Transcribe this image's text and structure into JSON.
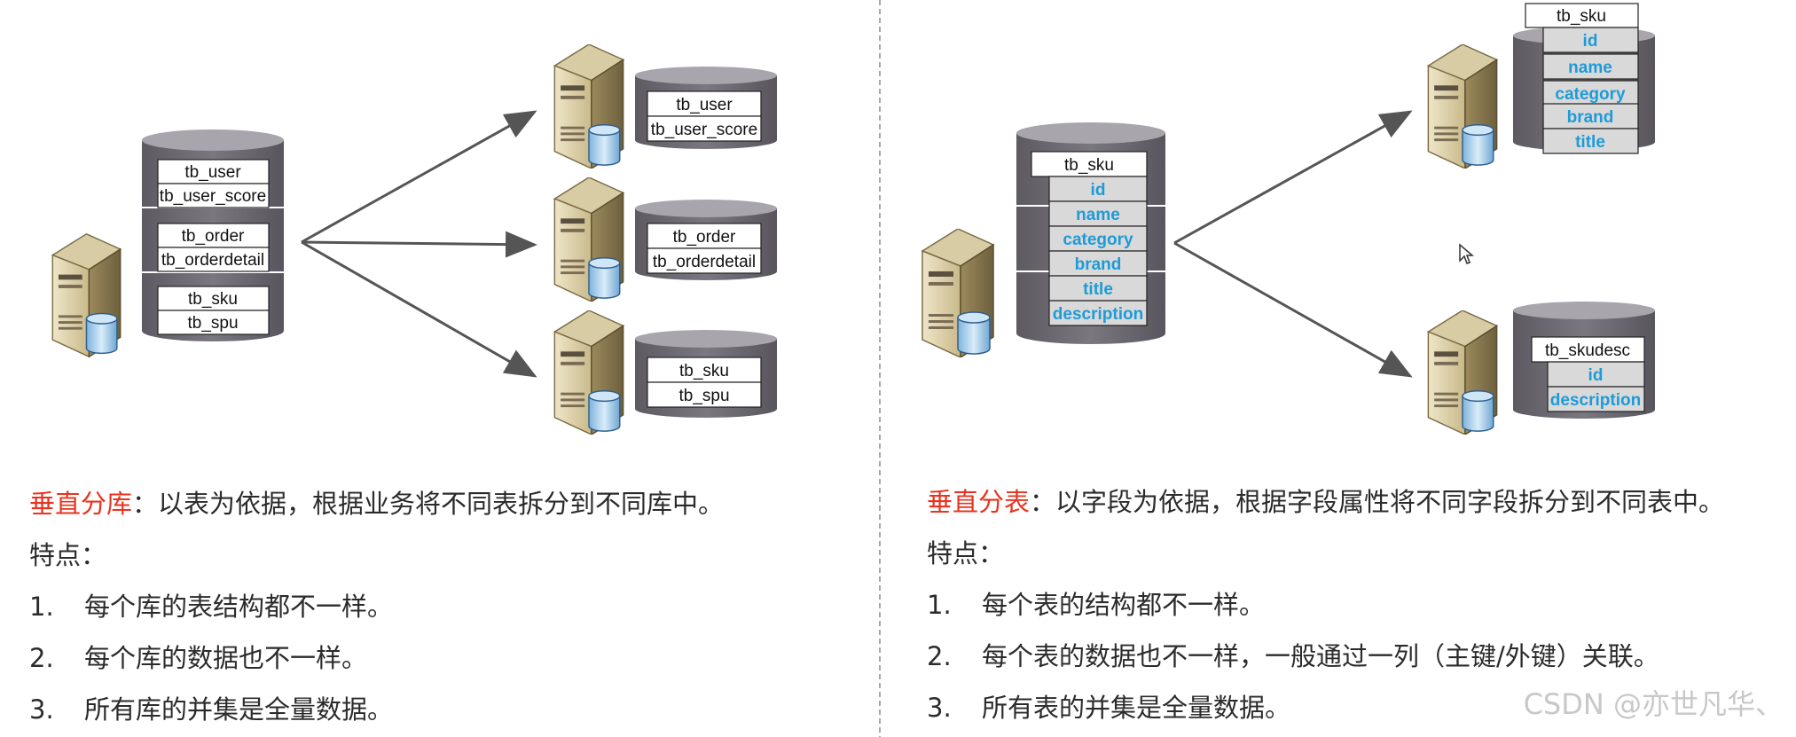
{
  "colors": {
    "accent": "#e8331f",
    "field_text": "#1e9bd7",
    "body_text": "#2b2b2b",
    "cylinder": "#6b6870",
    "cylinder_top": "#a8a5ad",
    "arrow": "#555555",
    "divider": "#8a8a8a"
  },
  "icons": {
    "server": "server-icon",
    "database": "database-icon",
    "cursor": "mouse-pointer-icon"
  },
  "vertical_db": {
    "source_db": {
      "groups": [
        [
          "tb_user",
          "tb_user_score"
        ],
        [
          "tb_order",
          "tb_orderdetail"
        ],
        [
          "tb_sku",
          "tb_spu"
        ]
      ]
    },
    "targets": [
      {
        "tables": [
          "tb_user",
          "tb_user_score"
        ]
      },
      {
        "tables": [
          "tb_order",
          "tb_orderdetail"
        ]
      },
      {
        "tables": [
          "tb_sku",
          "tb_spu"
        ]
      }
    ],
    "text": {
      "term": "垂直分库",
      "definition": "：以表为依据，根据业务将不同表拆分到不同库中。",
      "features_label": "特点：",
      "items": [
        {
          "num": "1.",
          "text": "每个库的表结构都不一样。"
        },
        {
          "num": "2.",
          "text": "每个库的数据也不一样。"
        },
        {
          "num": "3.",
          "text": "所有库的并集是全量数据。"
        }
      ]
    }
  },
  "vertical_table": {
    "source": {
      "table": "tb_sku",
      "fields": [
        "id",
        "name",
        "category",
        "brand",
        "title",
        "description"
      ]
    },
    "target_top": {
      "table": "tb_sku",
      "fields": [
        "id",
        "name",
        "category",
        "brand",
        "title"
      ]
    },
    "target_bottom": {
      "table": "tb_skudesc",
      "fields": [
        "id",
        "description"
      ]
    },
    "text": {
      "term": "垂直分表",
      "definition": "：以字段为依据，根据字段属性将不同字段拆分到不同表中。",
      "features_label": "特点：",
      "items": [
        {
          "num": "1.",
          "text": "每个表的结构都不一样。"
        },
        {
          "num": "2.",
          "text": "每个表的数据也不一样，一般通过一列（主键/外键）关联。"
        },
        {
          "num": "3.",
          "text": "所有表的并集是全量数据。"
        }
      ]
    }
  },
  "watermark": "CSDN @亦世凡华、"
}
